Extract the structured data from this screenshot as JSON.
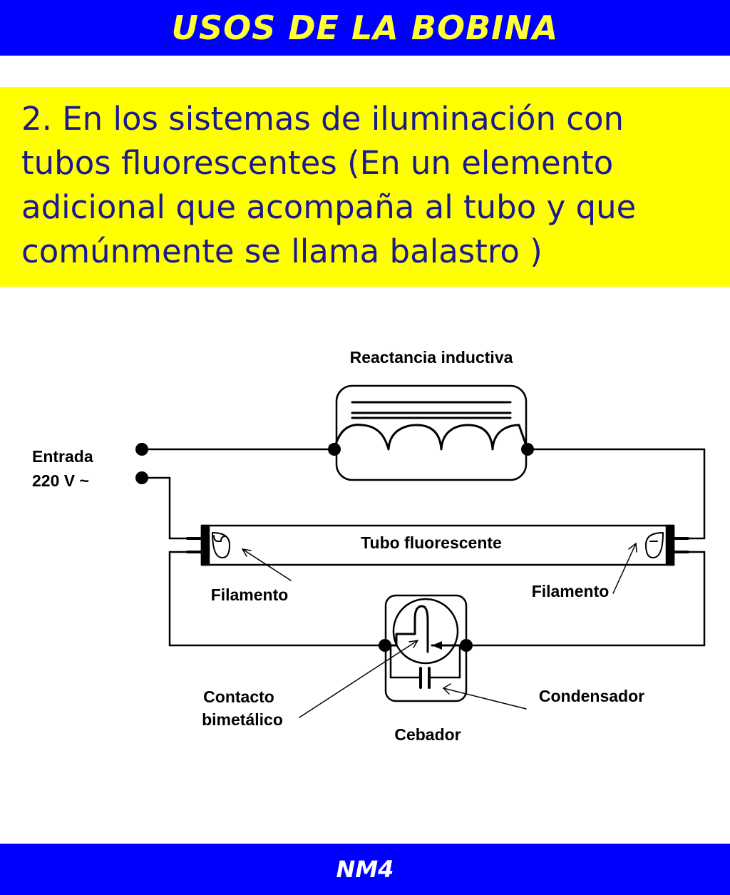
{
  "header": {
    "title": "USOS DE LA BOBINA"
  },
  "subtitle": {
    "text": "2. En los sistemas de iluminación con tubos fluorescentes (En un elemento adicional que acompaña al tubo y que comúnmente se llama balastro )"
  },
  "diagram": {
    "labels": {
      "reactance": "Reactancia inductiva",
      "input_line1": "Entrada",
      "input_line2": "220 V ~",
      "tube": "Tubo fluorescente",
      "filament_left": "Filamento",
      "filament_right": "Filamento",
      "contact_line1": "Contacto",
      "contact_line2": "bimetálico",
      "capacitor": "Condensador",
      "starter": "Cebador"
    }
  },
  "footer": {
    "text": "NM4"
  },
  "colors": {
    "header_bg": "#0000ff",
    "header_text": "#ffff33",
    "subtitle_bg": "#ffff00",
    "subtitle_text": "#1a1a8c",
    "footer_text": "#ffffff"
  }
}
